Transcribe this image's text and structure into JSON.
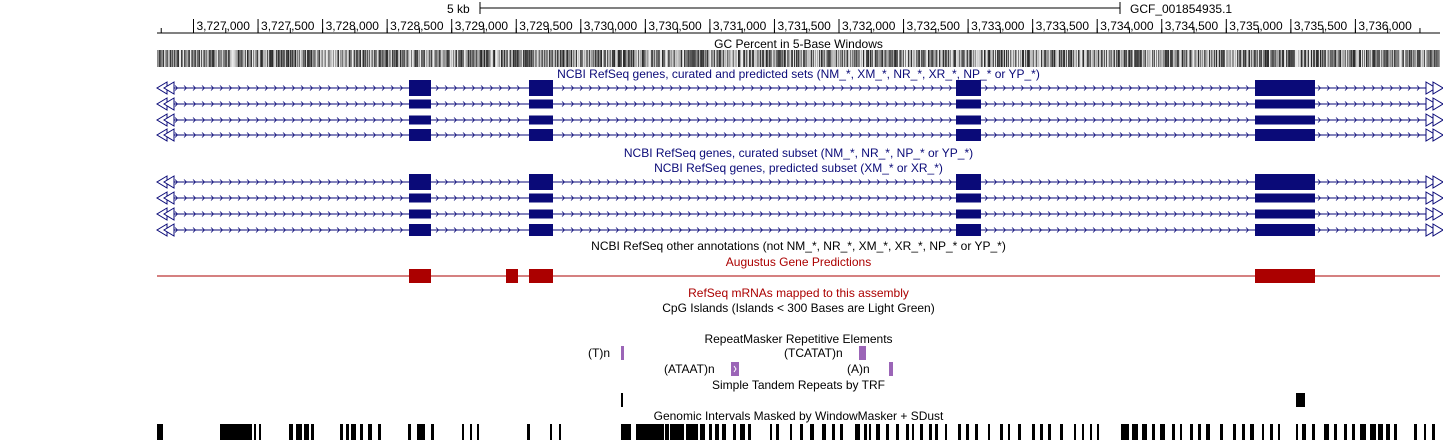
{
  "scale": {
    "label": "5 kb",
    "assembly": "GCF_001854935.1"
  },
  "ruler": {
    "ticks": [
      "3,727,000",
      "3,727,500",
      "3,728,000",
      "3,728,500",
      "3,729,000",
      "3,729,500",
      "3,730,000",
      "3,730,500",
      "3,731,000",
      "3,731,500",
      "3,732,000",
      "3,732,500",
      "3,733,000",
      "3,733,500",
      "3,734,000",
      "3,734,500",
      "3,735,000",
      "3,735,500",
      "3,736,000"
    ]
  },
  "colors": {
    "refseq": "#0a0a78",
    "augustus": "#ab0000",
    "repeat": "#9b65b7",
    "black": "#000000",
    "track_label_blue": "#0a0a78",
    "track_label_red": "#ab0000"
  },
  "tracks": {
    "gc": {
      "label": "GC Percent in 5-Base Windows"
    },
    "refseq_all": {
      "label": "NCBI RefSeq genes, curated and predicted sets (NM_*, XM_*, NR_*, XR_*, NP_* or YP_*)"
    },
    "refseq_curated": {
      "label": "NCBI RefSeq genes, curated subset (NM_*, NR_*, NP_* or YP_*)"
    },
    "refseq_predicted": {
      "label": "NCBI RefSeq genes, predicted subset (XM_* or XR_*)"
    },
    "refseq_other": {
      "label": "NCBI RefSeq other annotations (not NM_*, NR_*, XM_*, XR_*, NP_* or YP_*)"
    },
    "augustus": {
      "label": "Augustus Gene Predictions"
    },
    "mrna": {
      "label": "RefSeq mRNAs mapped to this assembly"
    },
    "cpg": {
      "label": "CpG Islands (Islands < 300 Bases are Light Green)"
    },
    "rmsk": {
      "label": "RepeatMasker Repetitive Elements",
      "items": [
        "(T)n",
        "(TCATAT)n",
        "(ATAAT)n",
        "(A)n"
      ]
    },
    "trf": {
      "label": "Simple Tandem Repeats by TRF"
    },
    "windowmasker": {
      "label": "Genomic Intervals Masked by WindowMasker + SDust"
    }
  }
}
